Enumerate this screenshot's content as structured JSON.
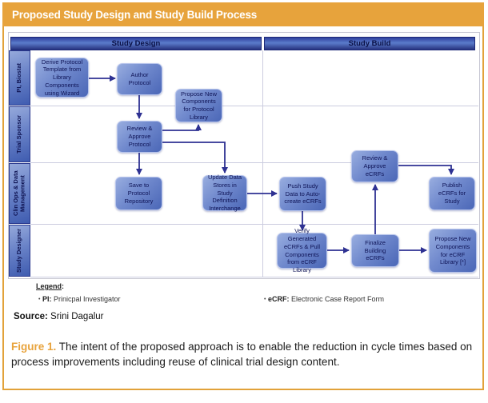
{
  "title": "Proposed Study Design and Study Build Process",
  "columns": {
    "design": "Study Design",
    "build": "Study Build"
  },
  "lanes": [
    "PI, Biostat",
    "Trial Sponsor",
    "Clin Ops & Data Management",
    "Study Designer"
  ],
  "nodes": [
    {
      "label": "Derive Protocol Template from Library Components using Wizard"
    },
    {
      "label": "Author Protocol"
    },
    {
      "label": "Propose New Components for Protocol Library"
    },
    {
      "label": "Review & Approve Protocol"
    },
    {
      "label": "Save to Protocol Repository"
    },
    {
      "label": "Update Data Stores in Study Definition Interchange"
    },
    {
      "label": "Push Study Data to Auto-create eCRFs"
    },
    {
      "label": "Review & Approve eCRFs"
    },
    {
      "label": "Publish eCRFs for Study"
    },
    {
      "label": "Verify Generated eCRFs & Pull Components from eCRF Library"
    },
    {
      "label": "Finalize Building eCRFs"
    },
    {
      "label": "Propose New Components for eCRF Library [*]"
    }
  ],
  "legend": {
    "bullet": "•",
    "heading": "Legend",
    "suffix": ":",
    "items": [
      {
        "term": "PI:",
        "definition": " Prinicpal Investigator"
      },
      {
        "term": "eCRF:",
        "definition": " Electronic Case Report Form"
      }
    ]
  },
  "source": {
    "label": "Source:",
    "text": " Srini Dagalur"
  },
  "caption": {
    "label": "Figure 1.",
    "text": " The intent of the proposed approach is to enable the reduction in cycle times based on process improvements including reuse of clinical trial design content."
  },
  "colors": {
    "accent_orange": "#e7a33c",
    "node_blue": "#4b67b7",
    "arrow_blue": "#2e3192"
  }
}
